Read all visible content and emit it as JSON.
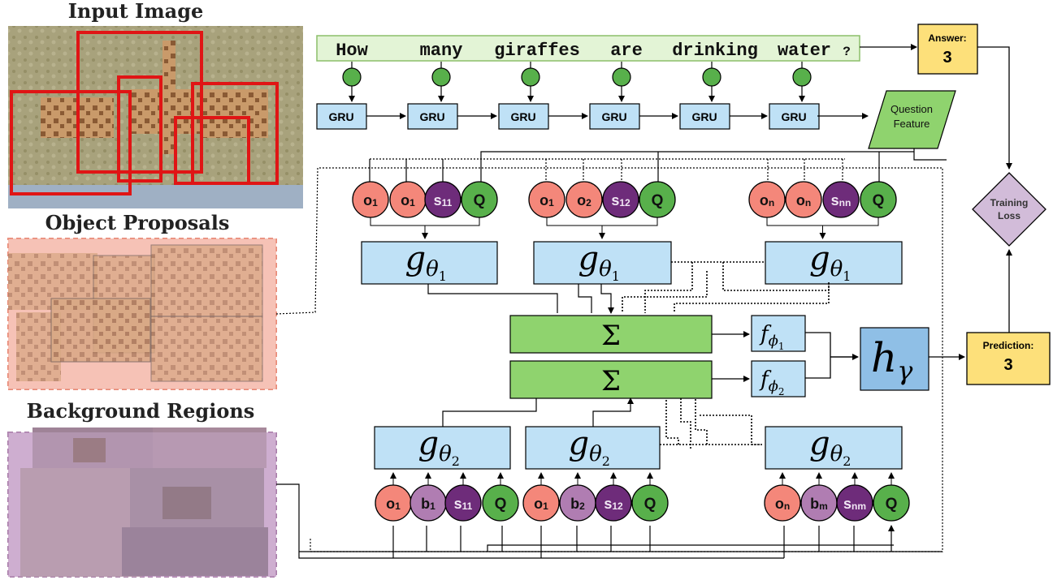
{
  "titles": {
    "input_image": "Input Image",
    "object_proposals": "Object Proposals",
    "background_regions": "Background Regions"
  },
  "question": {
    "words": [
      "How",
      "many",
      "giraffes",
      "are",
      "drinking",
      "water",
      "?"
    ]
  },
  "gru": {
    "label": "GRU"
  },
  "question_feature": {
    "line1": "Question",
    "line2": "Feature"
  },
  "answer": {
    "label": "Answer:",
    "value": "3"
  },
  "prediction": {
    "label": "Prediction:",
    "value": "3"
  },
  "training_loss": {
    "line1": "Training",
    "line2": "Loss"
  },
  "object_groups": [
    {
      "a": "o",
      "a_sub": "1",
      "b": "o",
      "b_sub": "1",
      "s": "s",
      "s_sub": "11",
      "q": "Q"
    },
    {
      "a": "o",
      "a_sub": "1",
      "b": "o",
      "b_sub": "2",
      "s": "s",
      "s_sub": "12",
      "q": "Q"
    },
    {
      "a": "o",
      "a_sub": "n",
      "b": "o",
      "b_sub": "n",
      "s": "s",
      "s_sub": "nn",
      "q": "Q"
    }
  ],
  "background_groups": [
    {
      "a": "o",
      "a_sub": "1",
      "b": "b",
      "b_sub": "1",
      "s": "s",
      "s_sub": "11",
      "q": "Q"
    },
    {
      "a": "o",
      "a_sub": "1",
      "b": "b",
      "b_sub": "2",
      "s": "s",
      "s_sub": "12",
      "q": "Q"
    },
    {
      "a": "o",
      "a_sub": "n",
      "b": "b",
      "b_sub": "m",
      "s": "s",
      "s_sub": "nm",
      "q": "Q"
    }
  ],
  "g_theta": {
    "symbol": "g",
    "sub": "θ",
    "idx1": "1",
    "idx2": "2"
  },
  "sum": {
    "symbol": "Σ"
  },
  "f_phi": {
    "symbol": "f",
    "sub": "ϕ",
    "idx1": "1",
    "idx2": "2"
  },
  "h_gamma": {
    "symbol": "h",
    "sub": "γ"
  },
  "colors": {
    "o_node": "#f4877a",
    "b_node": "#b07db2",
    "s_node": "#6e2c7a",
    "q_node": "#58b04b",
    "blue_box": "#bfe1f6",
    "green_box": "#8fd36e",
    "yellow_box": "#fde07a",
    "diamond": "#d2bcd9",
    "text_bar": "#e3f4d6"
  }
}
